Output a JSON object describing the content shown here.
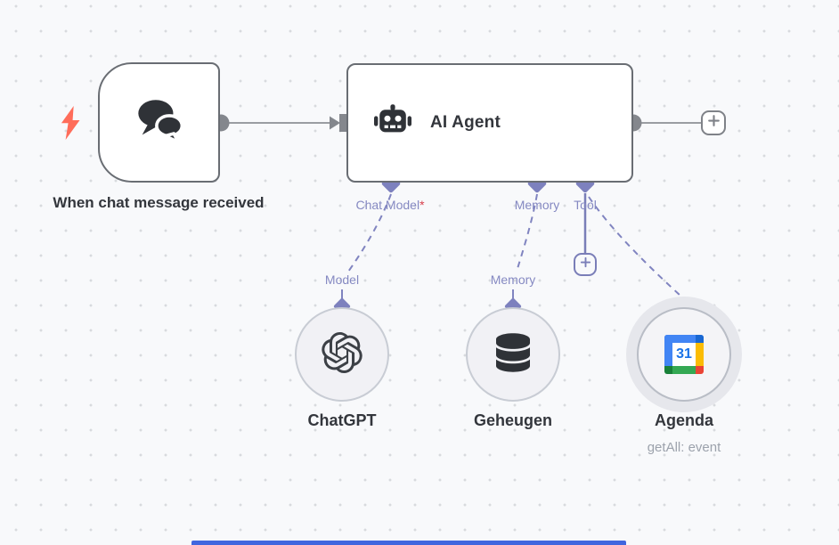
{
  "canvas": {
    "background": "#f8f9fb",
    "dot_color": "#d8dade"
  },
  "colors": {
    "node_border": "#696d73",
    "connector_gray": "#84878d",
    "connection_line": "#9a9da2",
    "indigo_connector": "#7d81be",
    "indigo_text": "#8589c2",
    "required_asterisk": "#d7404c",
    "trigger_bolt": "#ff6d5a",
    "circle_fill": "#f1f1f5",
    "halo_fill": "#e6e7ec",
    "subtitle_gray": "#9ca2ac",
    "bottom_bar_blue": "#4066df"
  },
  "trigger_node": {
    "label": "When chat message received"
  },
  "agent_node": {
    "title": "AI Agent",
    "ports": [
      {
        "label": "Chat Model",
        "required_marker": "*"
      },
      {
        "label": "Memory",
        "required_marker": ""
      },
      {
        "label": "Tool",
        "required_marker": ""
      }
    ]
  },
  "sub_nodes": [
    {
      "port_label": "Model",
      "label": "ChatGPT",
      "subtitle": ""
    },
    {
      "port_label": "Memory",
      "label": "Geheugen",
      "subtitle": ""
    },
    {
      "port_label": "",
      "label": "Agenda",
      "subtitle": "getAll: event"
    }
  ],
  "calendar_icon": {
    "day": "31"
  }
}
